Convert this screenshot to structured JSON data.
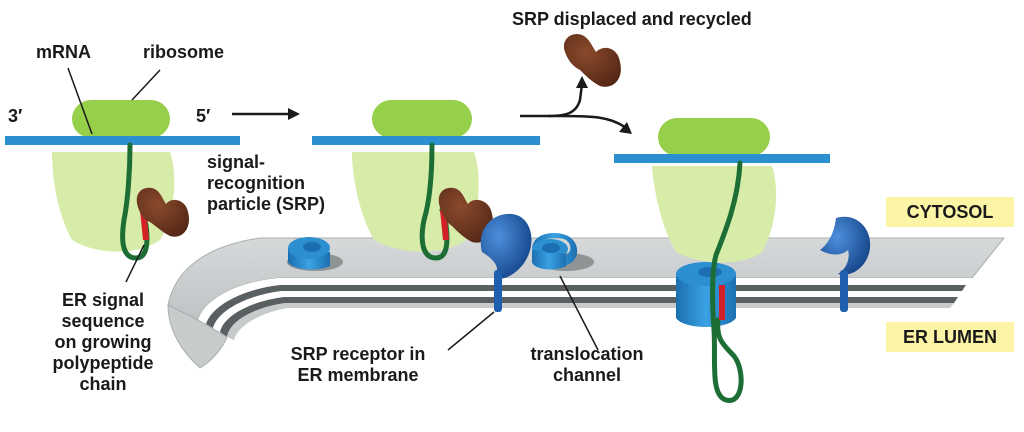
{
  "labels": {
    "mrna": "mRNA",
    "ribosome": "ribosome",
    "three_prime": "3′",
    "five_prime": "5′",
    "srp": [
      "signal-",
      "recognition",
      "particle (SRP)"
    ],
    "srp_displaced": "SRP displaced and recycled",
    "cytosol": "CYTOSOL",
    "er_lumen": "ER LUMEN",
    "er_signal": [
      "ER signal",
      "sequence",
      "on growing",
      "polypeptide",
      "chain"
    ],
    "srp_receptor": [
      "SRP receptor in",
      "ER membrane"
    ],
    "translocation": [
      "translocation",
      "channel"
    ]
  },
  "colors": {
    "ribosome_large": "#96d04a",
    "ribosome_small": "#d8ecaa",
    "mrna": "#2b8fd0",
    "chain": "#1c6e35",
    "signal": "#d42128",
    "srp": "#6b3620",
    "receptor": "#1f5fb0",
    "channel": "#2b8fd0",
    "membrane": "#c8cccd",
    "tag_bg": "#fdf5a6"
  }
}
